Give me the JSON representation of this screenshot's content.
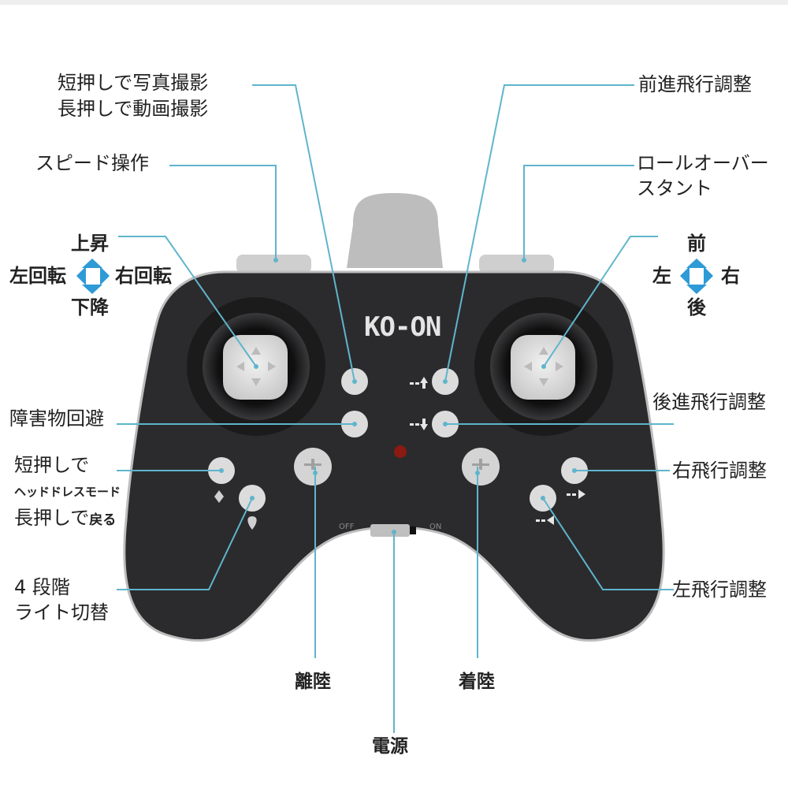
{
  "brand": "KO-ON",
  "switch": {
    "off": "OFF",
    "on": "ON"
  },
  "labels": {
    "photo_video_1": "短押しで写真撮影",
    "photo_video_2": "長押しで動画撮影",
    "speed": "スピード操作",
    "forward_trim": "前進飛行調整",
    "rollover_1": "ロールオーバー",
    "rollover_2": "スタント",
    "left_stick": {
      "up": "上昇",
      "down": "下降",
      "left": "左回転",
      "right": "右回転"
    },
    "right_stick": {
      "up": "前",
      "down": "後",
      "left": "左",
      "right": "右"
    },
    "obstacle": "障害物回避",
    "backward_trim": "後進飛行調整",
    "headless_1": "短押しで",
    "headless_2": "ヘッドドレスモード",
    "headless_3a": "長押しで",
    "headless_3b": "戻る",
    "right_trim": "右飛行調整",
    "left_trim": "左飛行調整",
    "light_1": "4 段階",
    "light_2": "ライト切替",
    "takeoff": "離陸",
    "landing": "着陸",
    "power": "電源"
  },
  "colors": {
    "leader": "#5fb5cc",
    "arrow": "#2e9ad6",
    "body": "#2b2b2d",
    "button": "#dcdcdc",
    "led": "#8b1a12"
  }
}
